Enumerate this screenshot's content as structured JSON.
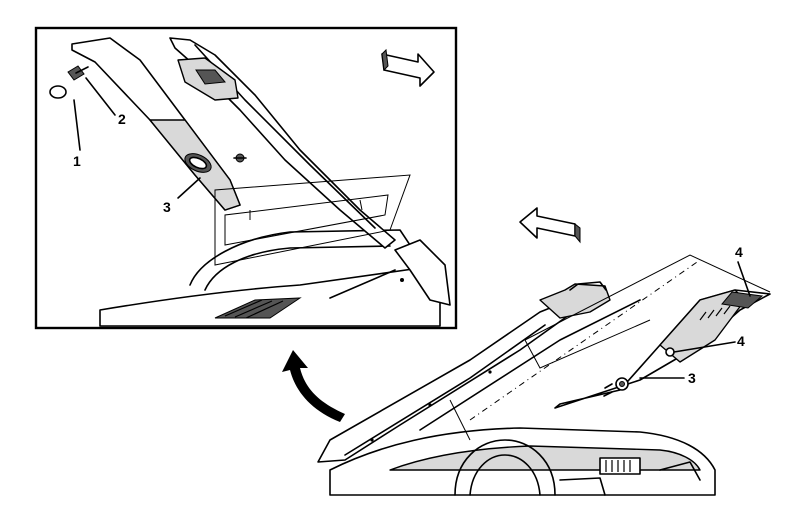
{
  "callouts": {
    "inset": [
      {
        "id": "c1",
        "label": "1"
      },
      {
        "id": "c2",
        "label": "2"
      },
      {
        "id": "c3",
        "label": "3"
      }
    ],
    "main": [
      {
        "id": "c4a",
        "label": "4"
      },
      {
        "id": "c4b",
        "label": "4"
      },
      {
        "id": "c3b",
        "label": "3"
      }
    ]
  }
}
